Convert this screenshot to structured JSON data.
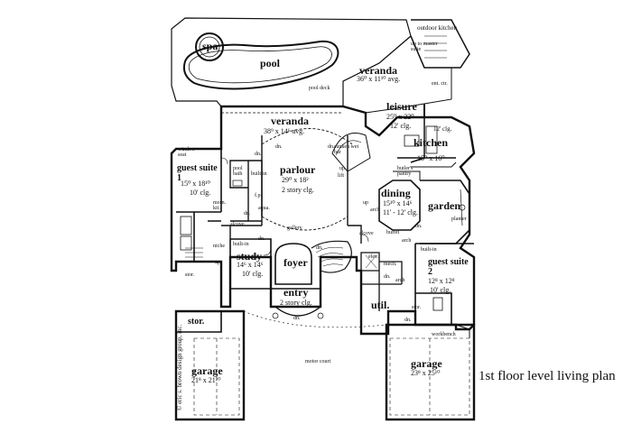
{
  "caption": "1st floor level living plan",
  "copyright": "© eric s. brown design group, inc.",
  "rooms": {
    "spa": {
      "name": "spa"
    },
    "pool": {
      "name": "pool"
    },
    "pool_deck": {
      "name": "pool deck"
    },
    "outdoor_kitchen": {
      "name": "outdoor kitchen"
    },
    "up_to_master": {
      "name": "up to master suite"
    },
    "veranda_upper": {
      "name": "veranda",
      "dim": "36⁰ x 11¹⁰ avg."
    },
    "ent_ctr": {
      "name": "ent. ctr."
    },
    "veranda_main": {
      "name": "veranda",
      "dim": "38⁹ x 14⁶ avg."
    },
    "leisure": {
      "name": "leisure",
      "dim": "25⁰ x 22⁰",
      "clg": "12' clg."
    },
    "sunken_wet_bar": {
      "name": "sunken wet bar"
    },
    "kitchen": {
      "name": "kitchen",
      "clg": "12' clg.",
      "dim": "15⁰ x 16⁰"
    },
    "window_seat": {
      "name": "window seat"
    },
    "guest_suite_1": {
      "name": "guest suite 1",
      "dim": "15⁰ x 18¹⁰",
      "clg": "10' clg."
    },
    "pool_bath": {
      "name": "pool bath"
    },
    "built_in_1": {
      "name": "built-in"
    },
    "fp": {
      "name": "f.p."
    },
    "aqua": {
      "name": "aqua."
    },
    "parlour": {
      "name": "parlour",
      "dim": "29⁰ x 18²",
      "clg": "2 story clg."
    },
    "lift": {
      "name": "lift"
    },
    "butlers_pantry": {
      "name": "butler's pantry"
    },
    "dining": {
      "name": "dining",
      "dim": "15¹⁰ x 14⁶",
      "clg": "11' - 12' clg."
    },
    "garden": {
      "name": "garden"
    },
    "planter": {
      "name": "planter"
    },
    "morn_kit": {
      "name": "morn. kit."
    },
    "alcove_1": {
      "name": "alcove"
    },
    "alcove_2": {
      "name": "alcove"
    },
    "gallery": {
      "name": "gallery"
    },
    "arch_1": {
      "name": "arch"
    },
    "arch_2": {
      "name": "arch"
    },
    "buffet": {
      "name": "buffet"
    },
    "built_in_2": {
      "name": "built-in"
    },
    "built_in_3": {
      "name": "built-in"
    },
    "study": {
      "name": "study",
      "dim": "14⁶ x 14⁶",
      "clg": "10' clg."
    },
    "niche": {
      "name": "niche"
    },
    "foyer": {
      "name": "foyer"
    },
    "elev": {
      "name": "elev."
    },
    "mech": {
      "name": "mech."
    },
    "guest_suite_2": {
      "name": "guest suite 2",
      "dim": "12⁸ x 12⁸",
      "clg": "10' clg."
    },
    "entry": {
      "name": "entry",
      "clg": "2 story clg."
    },
    "util": {
      "name": "util."
    },
    "arch_3": {
      "name": "arch"
    },
    "stor_1": {
      "name": "stor."
    },
    "stor_2": {
      "name": "stor."
    },
    "stor_3": {
      "name": "stor."
    },
    "workbench": {
      "name": "workbench"
    },
    "motor_court": {
      "name": "motor court"
    },
    "garage_1": {
      "name": "garage",
      "dim": "21⁸ x 21¹⁰"
    },
    "garage_2": {
      "name": "garage",
      "dim": "23⁸ x 25¹⁰"
    }
  },
  "marks": {
    "dn": "dn.",
    "up": "up"
  }
}
